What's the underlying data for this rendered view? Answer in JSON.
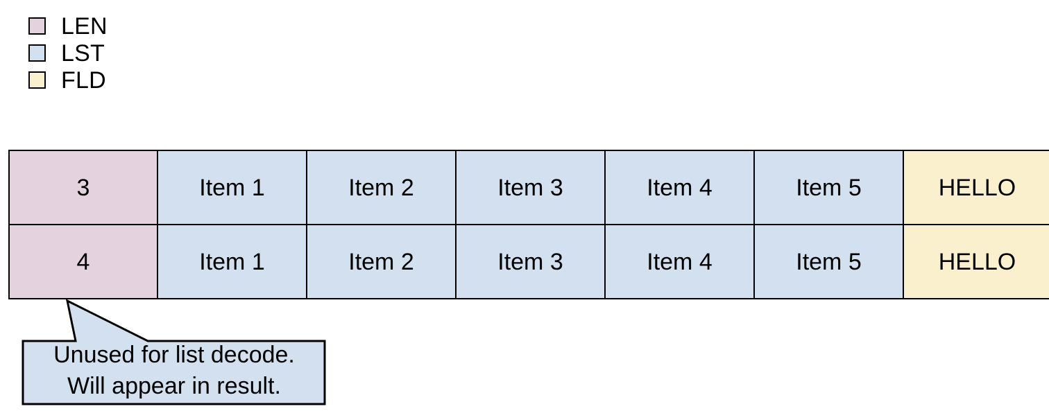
{
  "colors": {
    "len": "#e4d2de",
    "lst": "#d3e0f0",
    "fld": "#fbf0cd",
    "stroke": "#000000",
    "callout_fill": "#d3e0f0",
    "background": "#ffffff"
  },
  "legend": {
    "items": [
      {
        "label": "LEN",
        "color": "#e4d2de",
        "swatch_name": "len-swatch"
      },
      {
        "label": "LST",
        "color": "#d3e0f0",
        "swatch_name": "lst-swatch"
      },
      {
        "label": "FLD",
        "color": "#fbf0cd",
        "swatch_name": "fld-swatch"
      }
    ]
  },
  "table": {
    "rows": [
      {
        "len": "3",
        "items": [
          "Item 1",
          "Item 2",
          "Item 3",
          "Item 4",
          "Item 5"
        ],
        "fld": "HELLO"
      },
      {
        "len": "4",
        "items": [
          "Item 1",
          "Item 2",
          "Item 3",
          "Item 4",
          "Item 5"
        ],
        "fld": "HELLO"
      }
    ]
  },
  "callout": {
    "line1": "Unused for list decode.",
    "line2": "Will appear in result.",
    "fill": "#d3e0f0",
    "target": "len-cell-row-2"
  }
}
